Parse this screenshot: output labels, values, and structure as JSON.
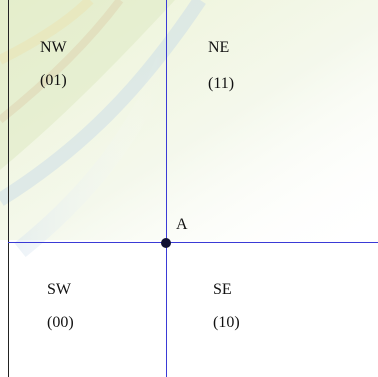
{
  "diagram": {
    "quadrants": {
      "nw": {
        "name": "NW",
        "code": "(01)"
      },
      "ne": {
        "name": "NE",
        "code": "(11)"
      },
      "sw": {
        "name": "SW",
        "code": "(00)"
      },
      "se": {
        "name": "SE",
        "code": "(10)"
      }
    },
    "point": {
      "label": "A"
    },
    "colors": {
      "divider_lines": "#3a3ad6",
      "frame_line": "#222222",
      "point": "#111133",
      "background_swirl": "#e9efcf"
    }
  }
}
